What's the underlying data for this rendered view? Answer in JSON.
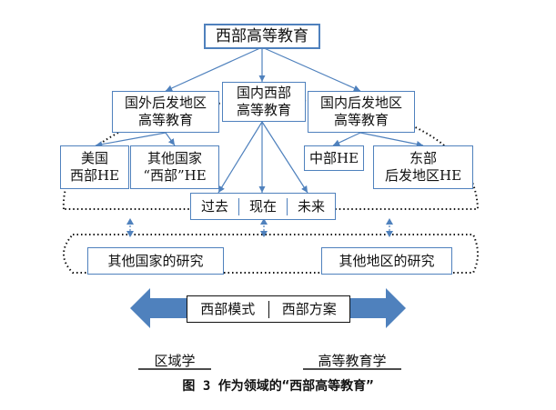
{
  "diagram": {
    "root": "西部高等教育",
    "level2": {
      "foreign": [
        "国外后发地区",
        "高等教育"
      ],
      "domestic_west": [
        "国内西部",
        "高等教育"
      ],
      "domestic_late": [
        "国内后发地区",
        "高等教育"
      ]
    },
    "level3": {
      "us_west": [
        "美国",
        "西部HE"
      ],
      "other_countries": [
        "其他国家",
        "“西部”HE"
      ],
      "central": "中部HE",
      "east_late": [
        "东部",
        "后发地区HE"
      ]
    },
    "time": {
      "past": "过去",
      "present": "现在",
      "future": "未来"
    },
    "research": {
      "other_countries": "其他国家的研究",
      "other_regions": "其他地区的研究"
    },
    "bottom_row": {
      "model": "西部模式",
      "plan": "西部方案"
    },
    "disciplines": {
      "regional": "区域学",
      "higher_edu": "高等教育学"
    },
    "caption": "图 3 作为领域的“西部高等教育”",
    "colors": {
      "box_border": "#4f81bd",
      "arrow_fill": "#4f81bd",
      "connector": "#4f81bd"
    }
  }
}
